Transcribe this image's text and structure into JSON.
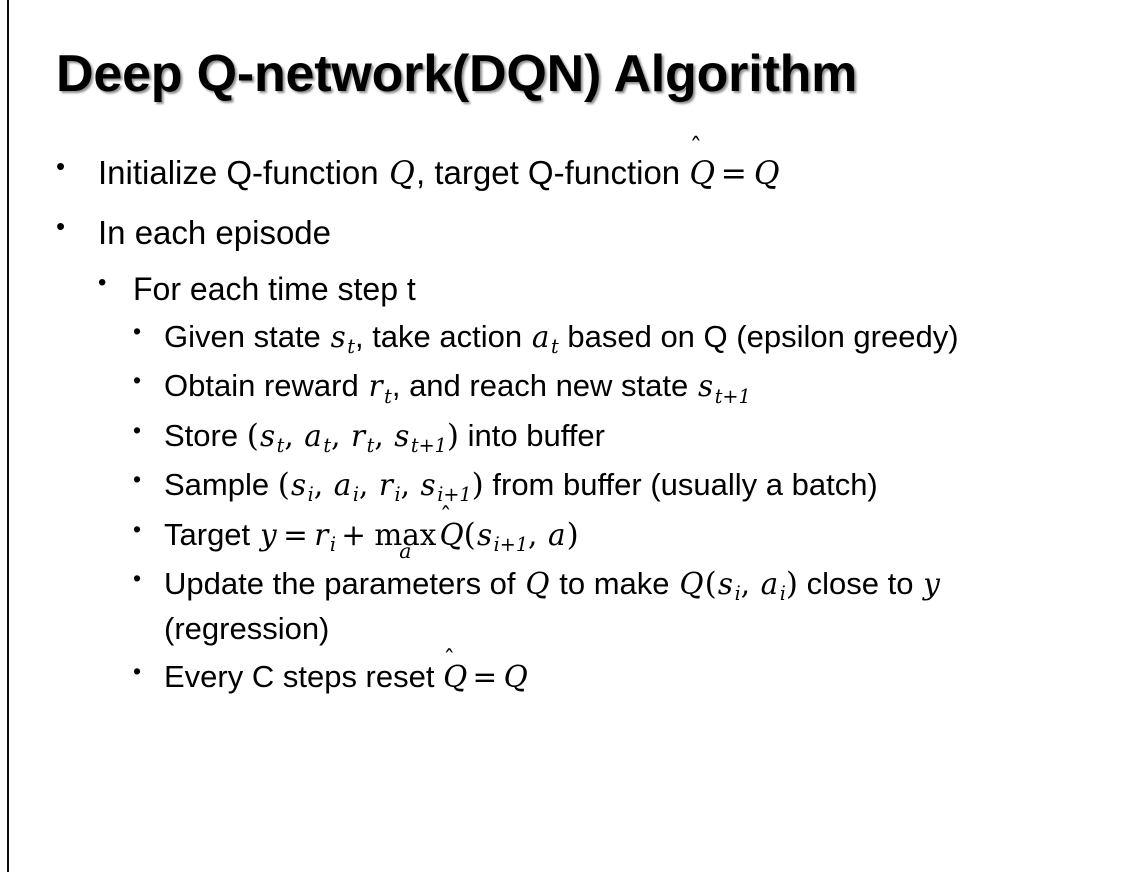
{
  "slide": {
    "title": "Deep Q-network(DQN) Algorithm",
    "background_color": "#ffffff",
    "text_color": "#000000",
    "rule_color": "#0a0a0a",
    "bullet_glyph": "•"
  },
  "content": {
    "l1": [
      {
        "id": "initialize",
        "text_plain": "Initialize Q-function Q, target Q-function Q̂ = Q",
        "parts": {
          "lead": "Initialize Q-function ",
          "var_q1": "Q",
          "mid": ", target Q-function ",
          "hat_q": "Q",
          "hat_mark": "̂",
          "equals": "=",
          "var_q2": "Q"
        }
      },
      {
        "id": "in-each-episode",
        "text_plain": "In each episode"
      }
    ],
    "l2": [
      {
        "id": "for-each-time-step",
        "text_plain": "For each time step t"
      }
    ],
    "l3": [
      {
        "id": "given-state",
        "text_plain": "Given state s_t, take action a_t based on Q (epsilon greedy)",
        "parts": {
          "p1": "Given state ",
          "s": "s",
          "s_sub": "t",
          "p2": ", take action ",
          "a": "a",
          "a_sub": "t",
          "p3": " based on Q (epsilon greedy)"
        }
      },
      {
        "id": "obtain-reward",
        "text_plain": "Obtain reward r_t, and reach new state s_{t+1}",
        "parts": {
          "p1": "Obtain reward ",
          "r": "r",
          "r_sub": "t",
          "p2": ", and reach new state ",
          "s": "s",
          "s_sub": "t+1"
        }
      },
      {
        "id": "store-transition",
        "text_plain": "Store (s_t, a_t, r_t, s_{t+1}) into buffer",
        "parts": {
          "p1": "Store ",
          "open": "(",
          "s1": "s",
          "s1_sub": "t",
          "c1": ", ",
          "a1": "a",
          "a1_sub": "t",
          "c2": ", ",
          "r1": "r",
          "r1_sub": "t",
          "c3": ", ",
          "s2": "s",
          "s2_sub": "t+1",
          "close": ")",
          "p2": " into buffer"
        }
      },
      {
        "id": "sample-batch",
        "text_plain": "Sample (s_i, a_i, r_i, s_{i+1}) from buffer (usually a batch)",
        "parts": {
          "p1": "Sample ",
          "open": "(",
          "s1": "s",
          "s1_sub": "i",
          "c1": ", ",
          "a1": "a",
          "a1_sub": "i",
          "c2": ", ",
          "r1": "r",
          "r1_sub": "i",
          "c3": ", ",
          "s2": "s",
          "s2_sub": "i+1",
          "close": ")",
          "p2": " from buffer (usually a batch)"
        }
      },
      {
        "id": "target",
        "text_plain": "Target y = r_i + max_a Q̂(s_{i+1}, a)",
        "parts": {
          "p1": "Target ",
          "y": "y",
          "eq": "=",
          "r": "r",
          "r_sub": "i",
          "plus": "+",
          "op": "max",
          "op_under": "a",
          "hat_q": "Q",
          "hat_mark": "̂",
          "open": "(",
          "s": "s",
          "s_sub": "i+1",
          "comma": ", ",
          "a": "a",
          "close": ")"
        }
      },
      {
        "id": "update-parameters",
        "text_plain": "Update the parameters of Q to make Q(s_i, a_i) close to y (regression)",
        "parts": {
          "p1": "Update the parameters of ",
          "q1": "Q",
          "p2": " to make ",
          "q2": "Q",
          "open": "(",
          "s": "s",
          "s_sub": "i",
          "comma": ", ",
          "a": "a",
          "a_sub": "i",
          "close": ")",
          "p3": " close to ",
          "y": "y",
          "p4": " (regression)"
        }
      },
      {
        "id": "reset-target",
        "text_plain": "Every C steps reset Q̂ = Q",
        "parts": {
          "p1": "Every C steps reset ",
          "hat_q": "Q",
          "hat_mark": "̂",
          "eq": "=",
          "q": "Q"
        }
      }
    ]
  }
}
